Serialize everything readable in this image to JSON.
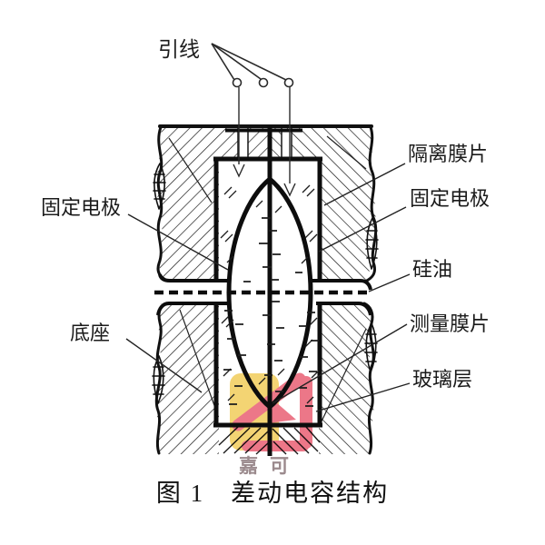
{
  "figure": {
    "caption": "图 1　差动电容结构",
    "labels": {
      "lead_wires": "引线",
      "isolation_diaphragm": "隔离膜片",
      "fixed_electrode_right": "固定电极",
      "silicone_oil": "硅油",
      "measuring_diaphragm": "测量膜片",
      "glass_layer": "玻璃层",
      "fixed_electrode_left": "固定电极",
      "base": "底座"
    },
    "watermark": {
      "text": "嘉可",
      "yellow_hex": "#f2ce5f",
      "red_hex": "#ea6478",
      "text_color_hex": "#9b8a8d"
    },
    "line_color_hex": "#151515",
    "background_hex": "#ffffff"
  }
}
